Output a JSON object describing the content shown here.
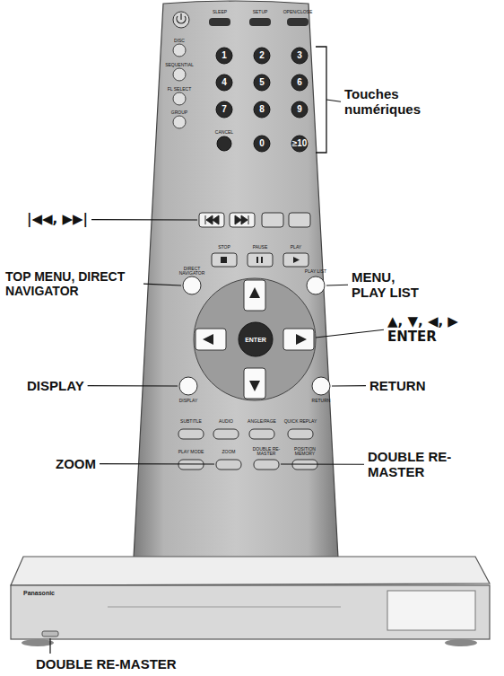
{
  "diagram": {
    "labels": [
      "Touches numériques",
      "|◀◀, ▶▶|",
      "TOP MENU, DIRECT NAVIGATOR",
      "MENU, PLAY LIST",
      "▲, ▼, ◀, ▶ ENTER",
      "DISPLAY",
      "RETURN",
      "ZOOM",
      "DOUBLE RE-MASTER",
      "DOUBLE RE-MASTER",
      "SLEEP",
      "SETUP",
      "OPEN/CLOSE",
      "DISC",
      "SEQUENTIAL",
      "FL SELECT",
      "GROUP",
      "CANCEL",
      "1",
      "2",
      "3",
      "4",
      "5",
      "6",
      "7",
      "8",
      "9",
      "0",
      "≥10",
      "STOP",
      "PAUSE",
      "PLAY",
      "DIRECT NAVIGATOR",
      "PLAY LIST",
      "ENTER",
      "DISPLAY",
      "RETURN",
      "SUBTITLE",
      "AUDIO",
      "ANGLE/PAGE",
      "QUICK REPLAY",
      "PLAY MODE",
      "ZOOM",
      "DOUBLE RE-MASTER",
      "POSITION MEMORY",
      "Panasonic"
    ]
  }
}
